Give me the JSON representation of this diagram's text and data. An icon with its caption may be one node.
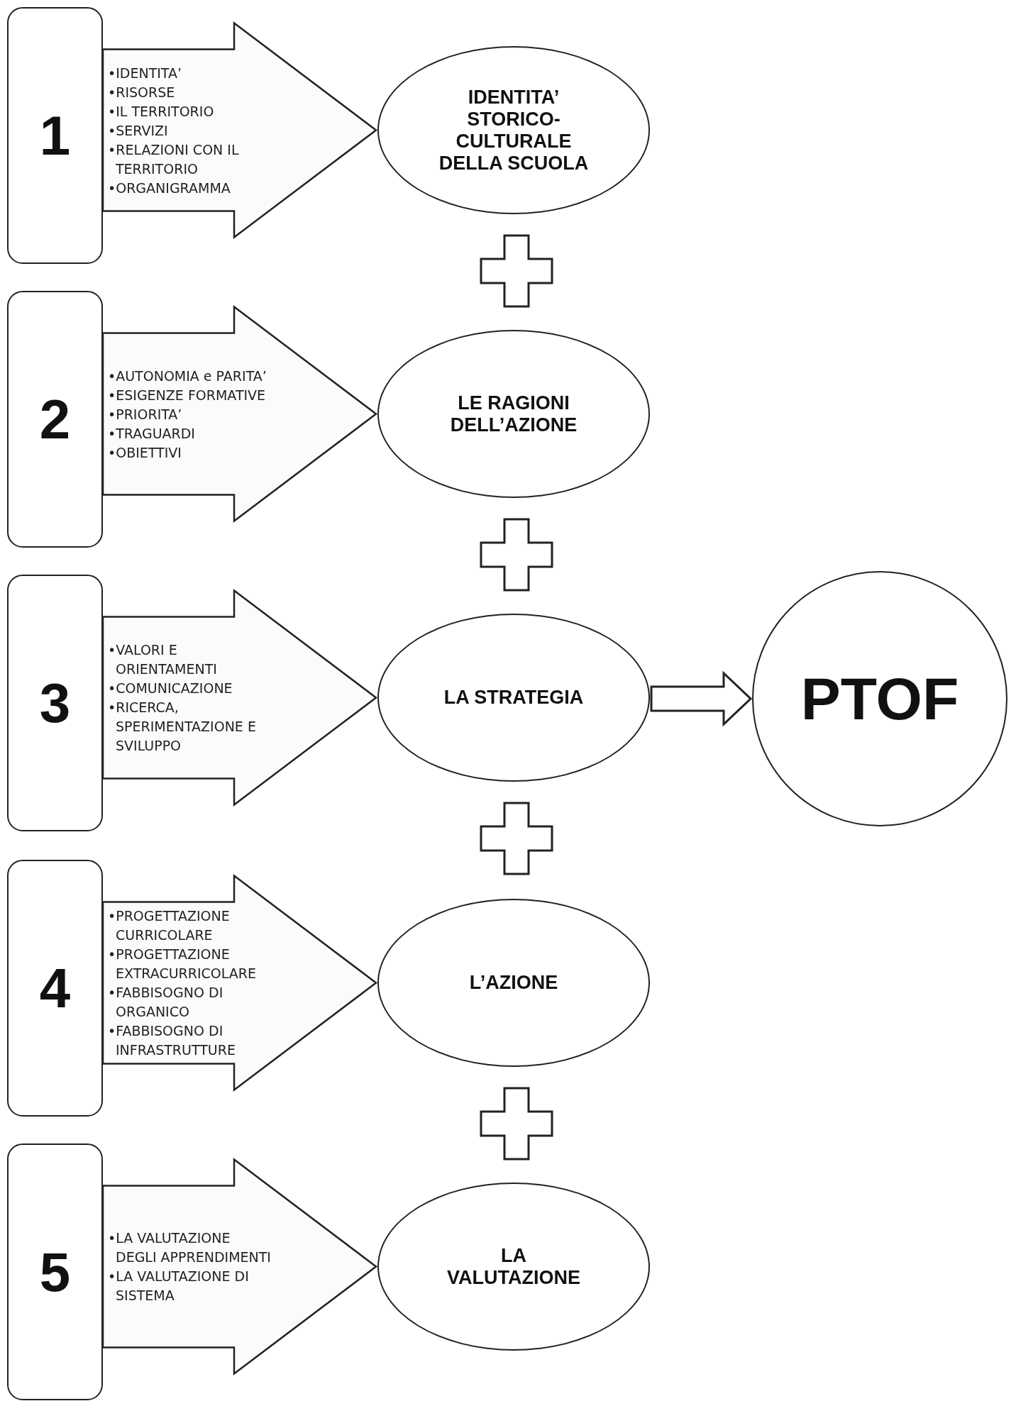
{
  "diagram": {
    "nodes": [
      {
        "text": [
          "1"
        ]
      },
      {
        "text": [
          "•IDENTITA’",
          "•RISORSE",
          "•IL TERRITORIO",
          "•SERVIZI",
          "•RELAZIONI CON IL TERRITORIO",
          "•ORGANIGRAMMA"
        ]
      },
      {
        "text": [
          "IDENTITA’ STORICO-CULTURALE DELLA SCUOLA"
        ]
      },
      {
        "text": [
          "2"
        ]
      },
      {
        "text": [
          "•AUTONOMIA e PARITA’",
          "•ESIGENZE FORMATIVE",
          "•PRIORITA’",
          "•TRAGUARDI",
          "•OBIETTIVI"
        ]
      },
      {
        "text": [
          "LE RAGIONI DELL’AZIONE"
        ]
      },
      {
        "text": [
          "3"
        ]
      },
      {
        "text": [
          "•VALORI E ORIENTAMENTI",
          "•COMUNICAZIONE",
          "•RICERCA, SPERIMENTAZIONE E SVILUPPO"
        ]
      },
      {
        "text": [
          "LA STRATEGIA"
        ]
      },
      {
        "text": [
          "4"
        ]
      },
      {
        "text": [
          "•PROGETTAZIONE CURRICOLARE",
          "•PROGETTAZIONE EXTRACURRICOLARE",
          "•FABBISOGNO DI ORGANICO",
          "•FABBISOGNO DI INFRASTRUTTURE"
        ]
      },
      {
        "text": [
          "L’AZIONE"
        ]
      },
      {
        "text": [
          "5"
        ]
      },
      {
        "text": [
          "•LA VALUTAZIONE DEGLI APPRENDIMENTI",
          "•LA VALUTAZIONE DI SISTEMA"
        ]
      },
      {
        "text": [
          "LA VALUTAZIONE"
        ]
      },
      {
        "text": [
          "PTOF"
        ]
      }
    ],
    "edges": [
      {
        "from": 0,
        "to": 2,
        "arrow": "to"
      },
      {
        "from": 3,
        "to": 5,
        "arrow": "to"
      },
      {
        "from": 6,
        "to": 8,
        "arrow": "to"
      },
      {
        "from": 9,
        "to": 11,
        "arrow": "to"
      },
      {
        "from": 12,
        "to": 14,
        "arrow": "to"
      },
      {
        "from": 8,
        "to": 15,
        "arrow": "to"
      }
    ]
  }
}
